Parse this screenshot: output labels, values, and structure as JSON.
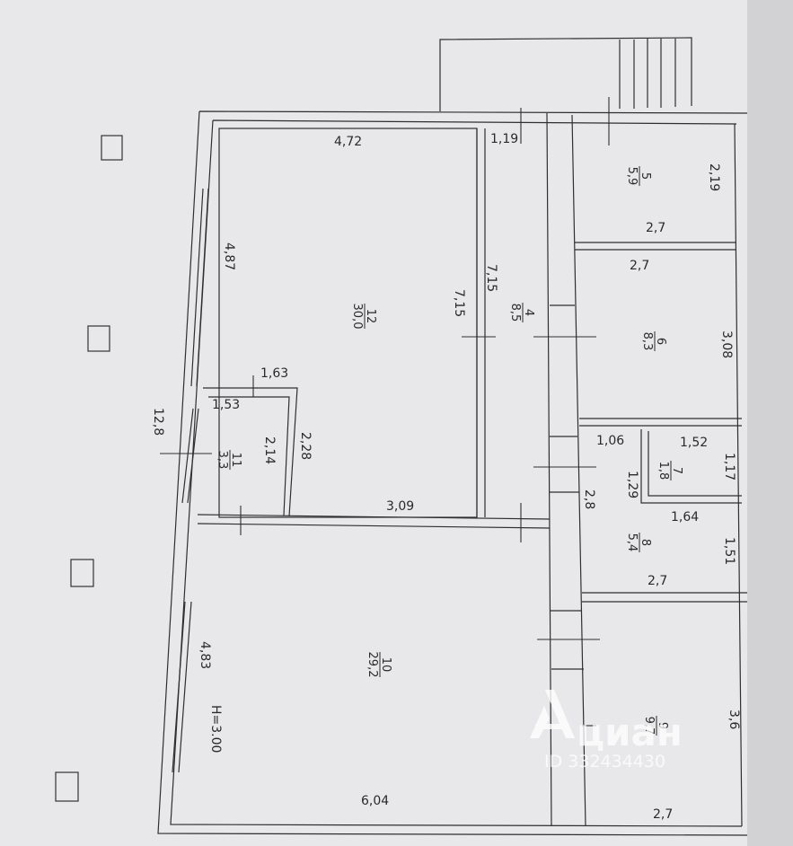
{
  "dimensions": {
    "d_472": "4,72",
    "d_119": "1,19",
    "d_219": "2,19",
    "d_27_room5": "2,7",
    "d_27_room6": "2,7",
    "d_487": "4,87",
    "d_715_a": "7,15",
    "d_715_b": "7,15",
    "d_308": "3,08",
    "d_163": "1,63",
    "d_153": "1,53",
    "d_128": "12,8",
    "d_214": "2,14",
    "d_228": "2,28",
    "d_309": "3,09",
    "d_106": "1,06",
    "d_152": "1,52",
    "d_117": "1,17",
    "d_129": "1,29",
    "d_28": "2,8",
    "d_164": "1,64",
    "d_151": "1,51",
    "d_27_room8": "2,7",
    "d_483": "4,83",
    "h_300": "H=3.00",
    "d_36": "3,6",
    "d_604": "6,04",
    "d_27_room9": "2,7"
  },
  "rooms": [
    {
      "num": "5",
      "area": "5,9"
    },
    {
      "num": "12",
      "area": "30,0"
    },
    {
      "num": "4",
      "area": "8,5"
    },
    {
      "num": "6",
      "area": "8,3"
    },
    {
      "num": "11",
      "area": "3,3"
    },
    {
      "num": "7",
      "area": "1,8"
    },
    {
      "num": "8",
      "area": "5,4"
    },
    {
      "num": "10",
      "area": "29,2"
    },
    {
      "num": "9",
      "area": "9,7"
    }
  ],
  "watermark": {
    "brand": "циан",
    "id_text": "ID 332434430"
  }
}
